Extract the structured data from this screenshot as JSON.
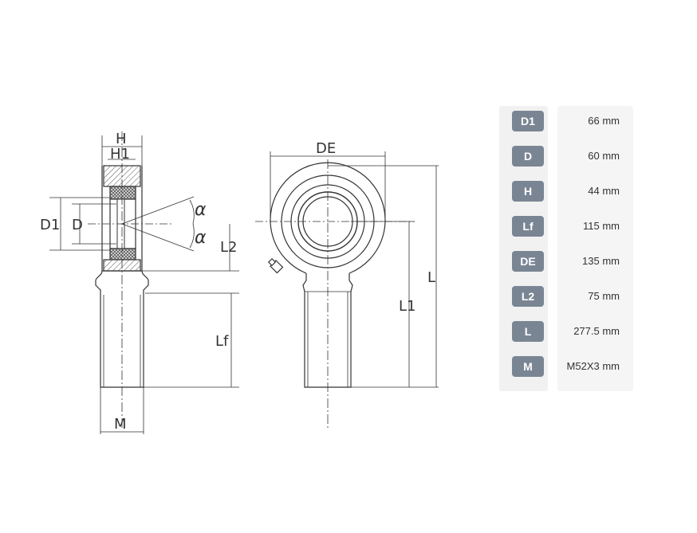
{
  "drawing": {
    "side_view_labels": {
      "h": "H",
      "h1": "H1",
      "d1": "D1",
      "d": "D",
      "alpha_upper": "α",
      "alpha_lower": "α",
      "l2": "L2",
      "lf": "Lf",
      "m": "M"
    },
    "front_view_labels": {
      "de": "DE",
      "l1": "L1",
      "l": "L"
    }
  },
  "specs": [
    {
      "label": "D1",
      "value": "66 mm"
    },
    {
      "label": "D",
      "value": "60 mm"
    },
    {
      "label": "H",
      "value": "44 mm"
    },
    {
      "label": "Lf",
      "value": "115 mm"
    },
    {
      "label": "DE",
      "value": "135 mm"
    },
    {
      "label": "L2",
      "value": "75 mm"
    },
    {
      "label": "L",
      "value": "277.5 mm"
    },
    {
      "label": "M",
      "value": "M52X3 mm"
    }
  ],
  "colors": {
    "badge": "#7a8594",
    "line": "#333333"
  }
}
